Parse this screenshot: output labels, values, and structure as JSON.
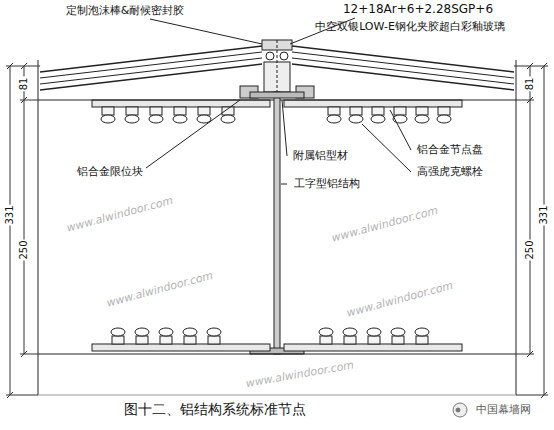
{
  "diagram": {
    "caption": "图十二、铝结构系统标准节点",
    "labels": [
      "定制泡沫棒&耐候密封胶",
      "12+18Ar+6+2.28SGP+6",
      "中空双银LOW-E钢化夹胶超白彩釉玻璃",
      "铝合金限位块",
      "附属铝型材",
      "工字型铝结构",
      "铝合金节点盘",
      "高强虎克螺栓",
      "81",
      "331",
      "250",
      "81",
      "331",
      "250",
      "www.alwindoor.com",
      "www.alwindoor.com",
      "www.alwindoor.com",
      "www.alwindoor.com",
      "www.alwindoor.com",
      "中国幕墙网"
    ]
  }
}
